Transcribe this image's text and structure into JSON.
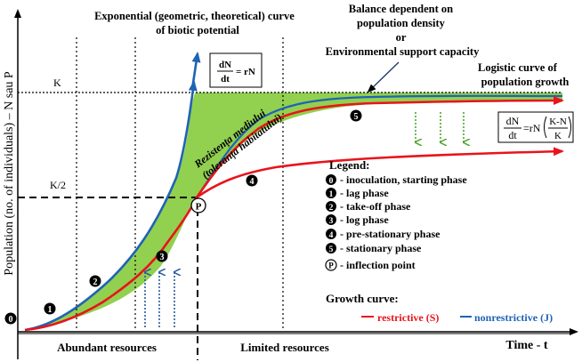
{
  "axes": {
    "y_label": "Population (no. of individuals) – N sau P",
    "x_label": "Time - t",
    "k_label": "K",
    "k_half_label": "K/2",
    "origin_label": "0"
  },
  "top_annotations": {
    "exponential": [
      "Exponential (geometric, theoretical) curve",
      "of biotic potential"
    ],
    "balance": [
      "Balance dependent on",
      "population density",
      "or",
      "Environmental support capacity"
    ],
    "logistic": [
      "Logistic curve  of",
      "population growth"
    ]
  },
  "formulas": {
    "exponential": {
      "num": "dN",
      "den": "dt",
      "rhs": "= rN"
    },
    "logistic": {
      "num": "dN",
      "den": "dt",
      "mid": "=rN",
      "inner_num": "K-N",
      "inner_den": "K"
    }
  },
  "resistance_text": [
    "Rezistența mediului",
    "(toleranța habitatului)"
  ],
  "inflection_marker": "P",
  "phase_markers": [
    "0",
    "1",
    "2",
    "3",
    "4",
    "5"
  ],
  "legend": {
    "title": "Legend:",
    "items": [
      {
        "marker": "0",
        "text": "- inoculation,  starting phase"
      },
      {
        "marker": "1",
        "text": "- lag phase"
      },
      {
        "marker": "2",
        "text": "- take-off phase"
      },
      {
        "marker": "3",
        "text": "- log phase"
      },
      {
        "marker": "4",
        "text": "- pre-stationary phase"
      },
      {
        "marker": "5",
        "text": "- stationary phase"
      },
      {
        "marker": "P",
        "text": "- inflection point"
      }
    ],
    "growth_title": "Growth curve:",
    "restrictive": "restrictive (S)",
    "nonrestrictive": "nonrestrictive (J)"
  },
  "resources": {
    "abundant": "Abundant resources",
    "limited": "Limited resources"
  },
  "colors": {
    "restrictive": "#e8141b",
    "nonrestrictive": "#1f63b5",
    "area_fill": "#92d050",
    "arrow_dotted_green": "#4fa62d",
    "arrow_dotted_blue": "#2a5a9e"
  }
}
